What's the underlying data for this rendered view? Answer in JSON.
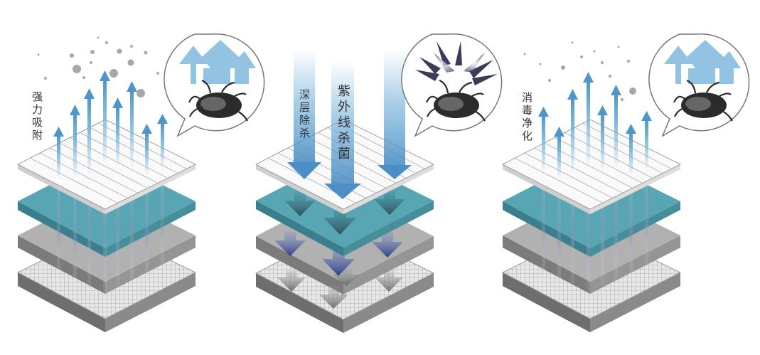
{
  "labels": {
    "left": "强力吸附",
    "middle_a": "深层除杀",
    "middle_b": "紫外线杀菌",
    "right": "消毒净化"
  },
  "colors": {
    "teal_layer": "#4f9fae",
    "gray_layer": "#a9a9a9",
    "mesh_layer": "#d2d2d2",
    "white_layer": "#fafafa",
    "blue_arrow": "#6aaed6",
    "navy_arrow": "#3e4f8f",
    "dark_arrow": "#3a3d5a",
    "particle": "#a7a7a7"
  },
  "icons": [
    "up-arrows-icon",
    "converging-arrows-icon",
    "mite-icon",
    "dust-particles-icon"
  ]
}
